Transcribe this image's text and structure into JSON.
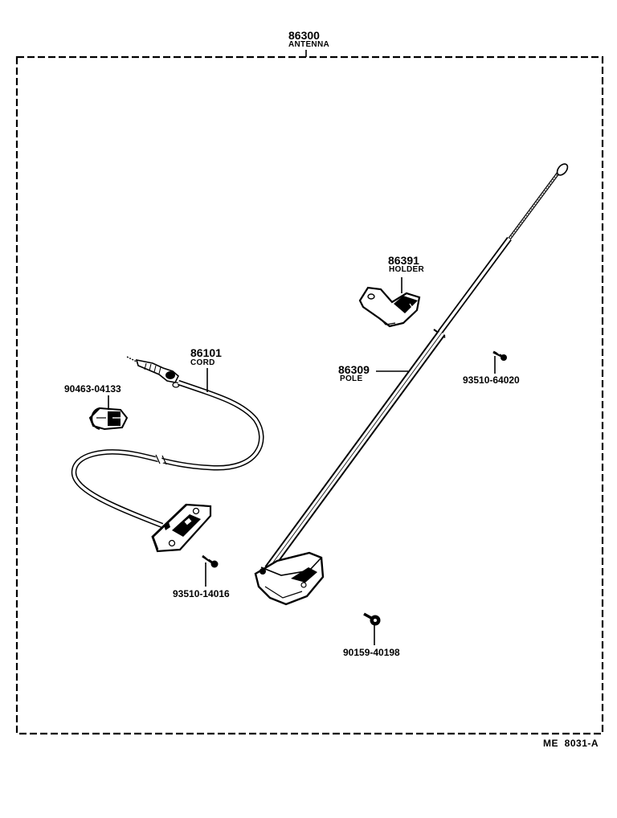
{
  "assembly": {
    "number": "86300",
    "name": "ANTENNA"
  },
  "parts": {
    "holder": {
      "number": "86391",
      "name": "HOLDER"
    },
    "cord": {
      "number": "86101",
      "name": "CORD"
    },
    "pole": {
      "number": "86309",
      "name": "POLE"
    },
    "clamp": {
      "number": "90463-04133"
    },
    "screw_pole": {
      "number": "93510-64020"
    },
    "screw_cord": {
      "number": "93510-14016"
    },
    "screw_base": {
      "number": "90159-40198"
    }
  },
  "reference": "ME  8031-A"
}
